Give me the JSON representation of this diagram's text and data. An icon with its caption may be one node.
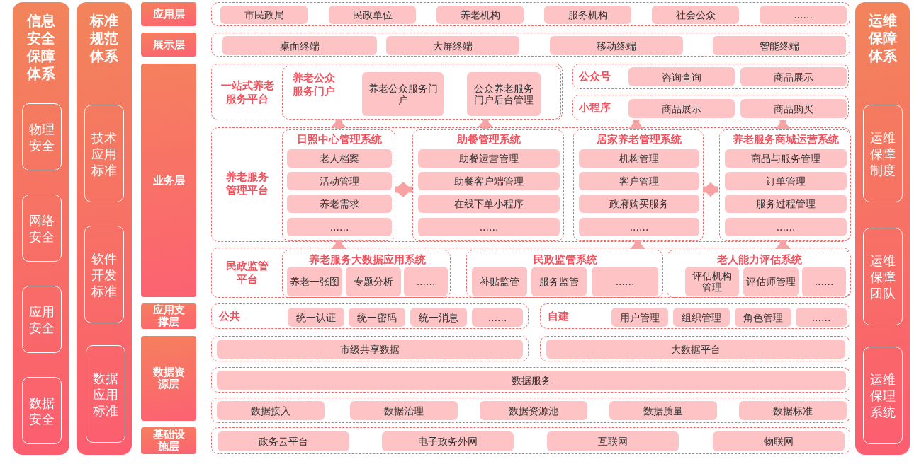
{
  "diagram": {
    "nodes": [
      {
        "text": [
          "信息安全保障体系"
        ]
      },
      {
        "text": [
          "物理安全"
        ],
        "in": 0
      },
      {
        "text": [
          "网络安全"
        ],
        "in": 0
      },
      {
        "text": [
          "应用安全"
        ],
        "in": 0
      },
      {
        "text": [
          "数据安全"
        ],
        "in": 0
      },
      {
        "text": [
          "标准规范体系"
        ]
      },
      {
        "text": [
          "技术应用标准"
        ],
        "in": 5
      },
      {
        "text": [
          "软件开发标准"
        ],
        "in": 5
      },
      {
        "text": [
          "数据应用标准"
        ],
        "in": 5
      },
      {
        "text": [
          "运维保障体系"
        ]
      },
      {
        "text": [
          "运维保障制度"
        ],
        "in": 9
      },
      {
        "text": [
          "运维保障团队"
        ],
        "in": 9
      },
      {
        "text": [
          "运维保理系统"
        ],
        "in": 9
      },
      {
        "text": [
          "应用层"
        ]
      },
      {
        "text": [
          "展示层"
        ]
      },
      {
        "text": [
          "业务层"
        ]
      },
      {
        "text": [
          "应用支撑层"
        ]
      },
      {
        "text": [
          "数据资源层"
        ]
      },
      {
        "text": [
          "基础设施层"
        ]
      },
      {
        "text": [],
        "shape": "box"
      },
      {
        "text": [
          "市民政局"
        ],
        "in": 19
      },
      {
        "text": [
          "民政单位"
        ],
        "in": 19
      },
      {
        "text": [
          "养老机构"
        ],
        "in": 19
      },
      {
        "text": [
          "服务机构"
        ],
        "in": 19
      },
      {
        "text": [
          "社会公众"
        ],
        "in": 19
      },
      {
        "text": [
          "......"
        ],
        "in": 19
      },
      {
        "text": [],
        "shape": "box"
      },
      {
        "text": [
          "桌面终端"
        ],
        "in": 26
      },
      {
        "text": [
          "大屏终端"
        ],
        "in": 26
      },
      {
        "text": [
          "移动终端"
        ],
        "in": 26
      },
      {
        "text": [
          "智能终端"
        ],
        "in": 26
      },
      {
        "text": [
          "一站式养老服务平台"
        ]
      },
      {
        "text": [
          "养老公众服务门户"
        ],
        "in": 31
      },
      {
        "text": [
          "养老公众服务门户"
        ],
        "in": 32
      },
      {
        "text": [
          "公众养老服务门户后台管理"
        ],
        "in": 32
      },
      {
        "text": [
          "公众号"
        ]
      },
      {
        "text": [
          "咨询查询"
        ],
        "in": 35
      },
      {
        "text": [
          "商品展示"
        ],
        "in": 35
      },
      {
        "text": [
          "小程序"
        ]
      },
      {
        "text": [
          "商品展示"
        ],
        "in": 38
      },
      {
        "text": [
          "商品购买"
        ],
        "in": 38
      },
      {
        "text": [
          "养老服务管理平台"
        ]
      },
      {
        "text": [
          "日照中心管理系统"
        ],
        "in": 41
      },
      {
        "text": [
          "老人档案"
        ],
        "in": 42
      },
      {
        "text": [
          "活动管理"
        ],
        "in": 42
      },
      {
        "text": [
          "养老需求"
        ],
        "in": 42
      },
      {
        "text": [
          "......"
        ],
        "in": 42
      },
      {
        "text": [
          "助餐管理系统"
        ],
        "in": 41
      },
      {
        "text": [
          "助餐运营管理"
        ],
        "in": 47
      },
      {
        "text": [
          "助餐客户端管理"
        ],
        "in": 47
      },
      {
        "text": [
          "在线下单小程序"
        ],
        "in": 47
      },
      {
        "text": [
          "......"
        ],
        "in": 47
      },
      {
        "text": [
          "居家养老管理系统"
        ],
        "in": 41
      },
      {
        "text": [
          "机构管理"
        ],
        "in": 52
      },
      {
        "text": [
          "客户管理"
        ],
        "in": 52
      },
      {
        "text": [
          "政府购买服务"
        ],
        "in": 52
      },
      {
        "text": [
          "......"
        ],
        "in": 52
      },
      {
        "text": [
          "养老服务商城运营系统"
        ],
        "in": 41
      },
      {
        "text": [
          "商品与服务管理"
        ],
        "in": 57
      },
      {
        "text": [
          "订单管理"
        ],
        "in": 57
      },
      {
        "text": [
          "服务过程管理"
        ],
        "in": 57
      },
      {
        "text": [
          "......"
        ],
        "in": 57
      },
      {
        "text": [
          "民政监管平台"
        ]
      },
      {
        "text": [
          "养老服务大数据应用系统"
        ],
        "in": 62
      },
      {
        "text": [
          "养老一张图"
        ],
        "in": 63
      },
      {
        "text": [
          "专题分析"
        ],
        "in": 63
      },
      {
        "text": [
          "......"
        ],
        "in": 63
      },
      {
        "text": [
          "民政监管系统"
        ],
        "in": 62
      },
      {
        "text": [
          "补贴监管"
        ],
        "in": 67
      },
      {
        "text": [
          "服务监管"
        ],
        "in": 67
      },
      {
        "text": [
          "......"
        ],
        "in": 67
      },
      {
        "text": [
          "老人能力评估系统"
        ],
        "in": 62
      },
      {
        "text": [
          "评估机构管理"
        ],
        "in": 71
      },
      {
        "text": [
          "评估师管理"
        ],
        "in": 71
      },
      {
        "text": [
          "......"
        ],
        "in": 71
      },
      {
        "text": [
          "公共"
        ]
      },
      {
        "text": [
          "统一认证"
        ],
        "in": 75
      },
      {
        "text": [
          "统一密码"
        ],
        "in": 75
      },
      {
        "text": [
          "统一消息"
        ],
        "in": 75
      },
      {
        "text": [
          "......"
        ],
        "in": 75
      },
      {
        "text": [
          "自建"
        ]
      },
      {
        "text": [
          "用户管理"
        ],
        "in": 80
      },
      {
        "text": [
          "组织管理"
        ],
        "in": 80
      },
      {
        "text": [
          "角色管理"
        ],
        "in": 80
      },
      {
        "text": [
          "......"
        ],
        "in": 80
      },
      {
        "text": [],
        "shape": "box"
      },
      {
        "text": [
          "市级共享数据"
        ],
        "in": 85
      },
      {
        "text": [],
        "shape": "box"
      },
      {
        "text": [
          "大数据平台"
        ],
        "in": 87
      },
      {
        "text": [],
        "shape": "box"
      },
      {
        "text": [
          "数据服务"
        ],
        "in": 89
      },
      {
        "text": [],
        "shape": "box"
      },
      {
        "text": [
          "数据接入"
        ],
        "in": 91
      },
      {
        "text": [
          "数据治理"
        ],
        "in": 91
      },
      {
        "text": [
          "数据资源池"
        ],
        "in": 91
      },
      {
        "text": [
          "数据质量"
        ],
        "in": 91
      },
      {
        "text": [
          "数据标准"
        ],
        "in": 91
      },
      {
        "text": [],
        "shape": "box"
      },
      {
        "text": [
          "政务云平台"
        ],
        "in": 97
      },
      {
        "text": [
          "电子政务外网"
        ],
        "in": 97
      },
      {
        "text": [
          "互联网"
        ],
        "in": 97
      },
      {
        "text": [
          "物联网"
        ],
        "in": 97
      }
    ],
    "edges": [
      {
        "from": 42,
        "to": 32,
        "arrow": "to"
      },
      {
        "from": 47,
        "to": 32,
        "arrow": "to"
      },
      {
        "from": 52,
        "to": 38,
        "arrow": "to"
      },
      {
        "from": 57,
        "to": 38,
        "arrow": "to"
      },
      {
        "from": 42,
        "to": 47,
        "arrow": "both"
      },
      {
        "from": 52,
        "to": 57,
        "arrow": "both"
      },
      {
        "from": 63,
        "to": 42,
        "arrow": "to"
      },
      {
        "from": 67,
        "to": 52,
        "arrow": "to"
      },
      {
        "from": 71,
        "to": 57,
        "arrow": "to"
      }
    ]
  }
}
